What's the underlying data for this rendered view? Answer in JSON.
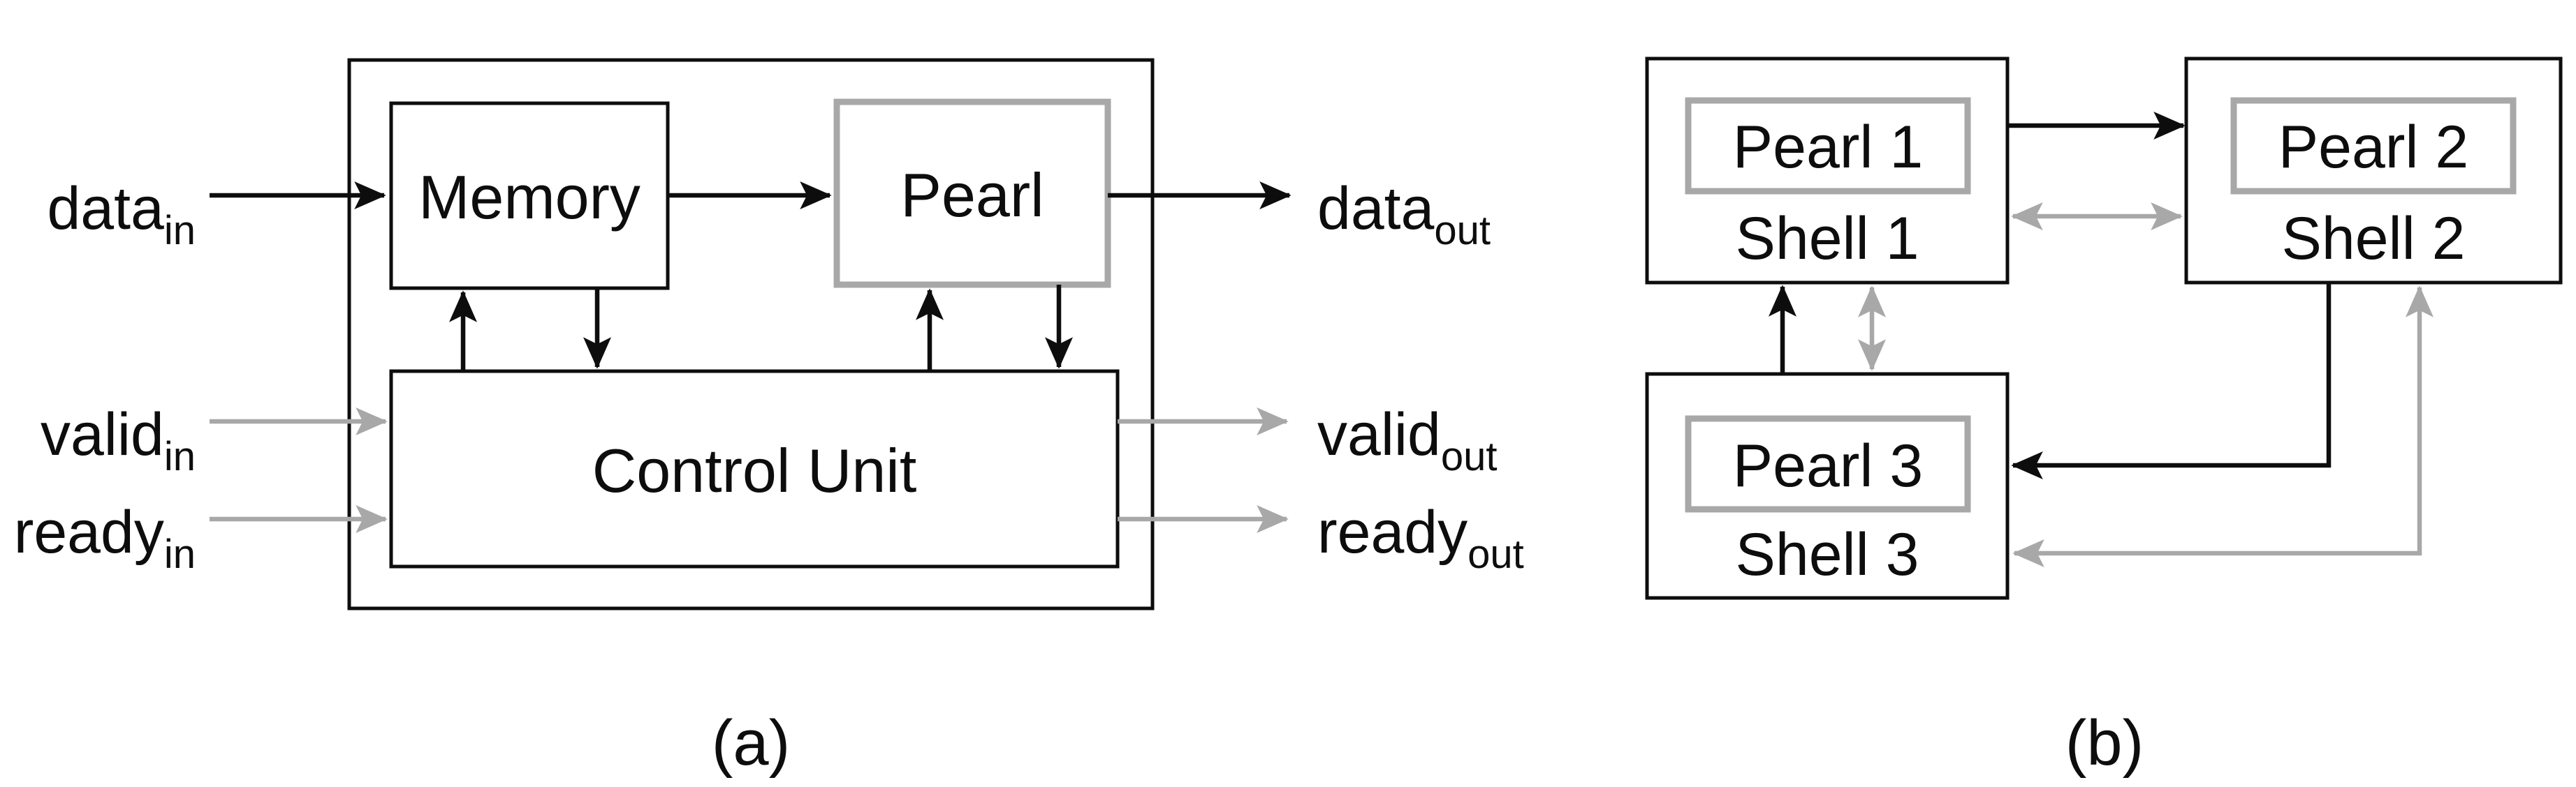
{
  "colors": {
    "black": "#0d0d0d",
    "gray": "#a8a8a8",
    "background": "#ffffff"
  },
  "panel_a": {
    "caption": "(a)",
    "blocks": {
      "memory": "Memory",
      "pearl": "Pearl",
      "control_unit": "Control Unit"
    },
    "inputs": {
      "data": {
        "base": "data",
        "sub": "in"
      },
      "valid": {
        "base": "valid",
        "sub": "in"
      },
      "ready": {
        "base": "ready",
        "sub": "in"
      }
    },
    "outputs": {
      "data": {
        "base": "data",
        "sub": "out"
      },
      "valid": {
        "base": "valid",
        "sub": "out"
      },
      "ready": {
        "base": "ready",
        "sub": "out"
      }
    }
  },
  "panel_b": {
    "caption": "(b)",
    "shells": [
      {
        "pearl": "Pearl 1",
        "shell": "Shell 1"
      },
      {
        "pearl": "Pearl 2",
        "shell": "Shell 2"
      },
      {
        "pearl": "Pearl 3",
        "shell": "Shell 3"
      }
    ]
  }
}
